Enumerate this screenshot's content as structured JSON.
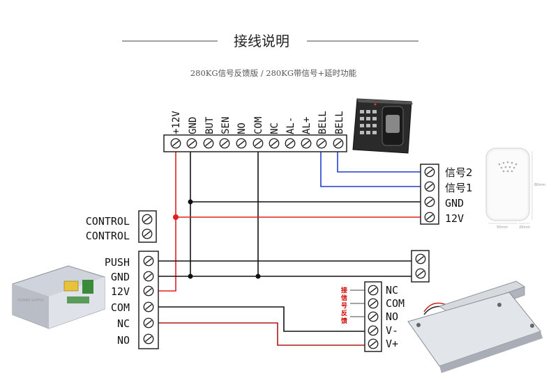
{
  "header": {
    "title": "接线说明",
    "subtitle": "280KG信号反馈版 / 280KG带信号+延时功能"
  },
  "controller": {
    "terminals": [
      "+12V",
      "GND",
      "BUT",
      "SEN",
      "NO",
      "COM",
      "NC",
      "AL-",
      "AL+",
      "BELL",
      "BELL"
    ]
  },
  "doorbell_block": {
    "terminals": [
      "信号2",
      "信号1",
      "GND",
      "12V"
    ],
    "dimensions": [
      "80mm",
      "50mm",
      "20mm"
    ]
  },
  "control_block": {
    "terminals": [
      "CONTROL",
      "CONTROL"
    ]
  },
  "power_block": {
    "terminals": [
      "PUSH",
      "GND",
      "12V",
      "COM",
      "NC",
      "NO"
    ],
    "device_label": "POWER SUPPLY"
  },
  "lock_block": {
    "terminals": [
      "NC",
      "COM",
      "NO",
      "V-",
      "V+"
    ],
    "feedback_label": [
      "接",
      "信",
      "号",
      "反",
      "馈"
    ]
  },
  "colors": {
    "wire_black": "#111111",
    "wire_red": "#e02020",
    "wire_blue": "#1f3fd0",
    "wire_darkred": "#b01818"
  },
  "icons": [
    "screw-terminal-icon",
    "fingerprint-reader-icon",
    "doorbell-icon",
    "power-supply-icon",
    "magnetic-lock-icon"
  ]
}
